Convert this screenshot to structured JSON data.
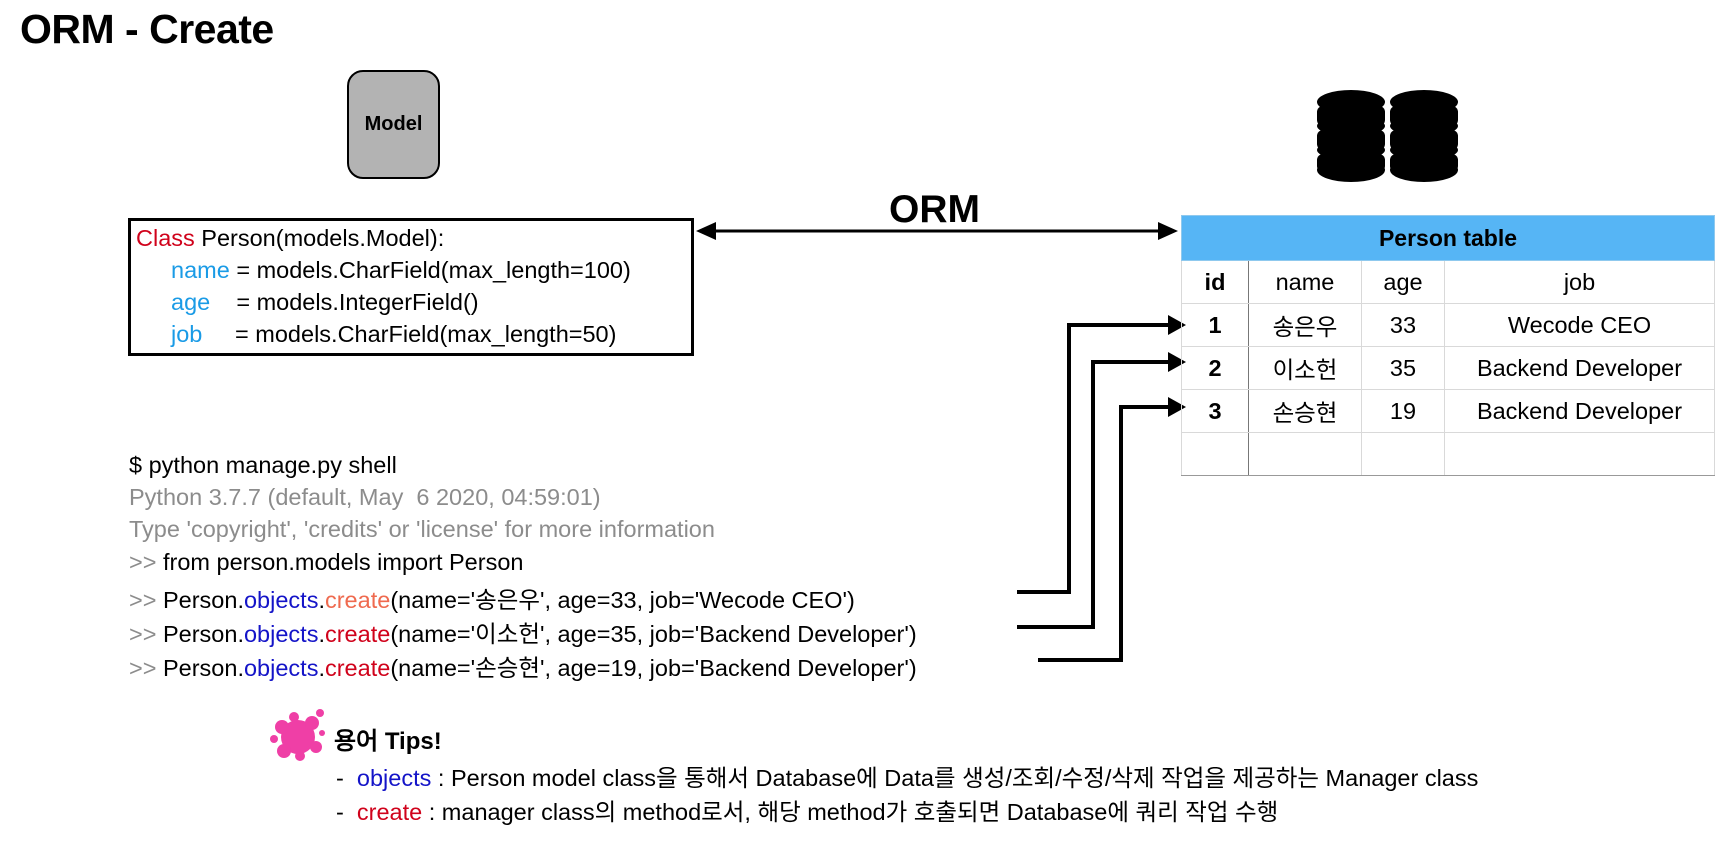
{
  "title": "ORM - Create",
  "model_box": {
    "label": "Model"
  },
  "class_def": {
    "line1_kw": "Class",
    "line1_rest": " Person(models.Model):",
    "fields": [
      {
        "name": "name",
        "pad": " ",
        "def": "= models.CharField(max_length=100)"
      },
      {
        "name": "age",
        "pad": "    ",
        "def": "= models.IntegerField()"
      },
      {
        "name": "job",
        "pad": "     ",
        "def": "= models.CharField(max_length=50)"
      }
    ]
  },
  "orm_label": "ORM",
  "icons": {
    "database": "database-icon",
    "tips": "splash-icon"
  },
  "colors": {
    "keyword": "#d0021b",
    "field": "#1a9be6",
    "objects": "#1414c8",
    "create": "#d0021b",
    "table_header": "#56b5f5",
    "tips_icon": "#ef3fa6"
  },
  "table": {
    "title": "Person table",
    "columns": [
      "id",
      "name",
      "age",
      "job"
    ],
    "rows": [
      [
        "1",
        "송은우",
        "33",
        "Wecode CEO"
      ],
      [
        "2",
        "이소헌",
        "35",
        "Backend Developer"
      ],
      [
        "3",
        "손승현",
        "19",
        "Backend Developer"
      ]
    ]
  },
  "shell": {
    "cmd": "$ python manage.py shell",
    "info1": "Python 3.7.7 (default, May  6 2020, 04:59:01)",
    "info2": "Type 'copyright', 'credits' or 'license' for more information",
    "prompt": ">> ",
    "import_line": "from person.models import Person",
    "creates": [
      {
        "obj": "Person.",
        "objects": "objects",
        "dot": ".",
        "create": "create",
        "args": "(name='송은우', age=33, job='Wecode CEO')"
      },
      {
        "obj": "Person.",
        "objects": "objects",
        "dot": ".",
        "create": "create",
        "args": "(name='이소헌', age=35, job='Backend Developer')"
      },
      {
        "obj": "Person.",
        "objects": "objects",
        "dot": ".",
        "create": "create",
        "args": "(name='손승현', age=19, job='Backend Developer')"
      }
    ]
  },
  "tips": {
    "title": "용어 Tips!",
    "items": [
      {
        "dash": "-  ",
        "term": "objects",
        "desc": " : Person model class을 통해서 Database에 Data를 생성/조회/수정/삭제 작업을 제공하는 Manager class"
      },
      {
        "dash": "-  ",
        "term": "create",
        "desc": " : manager class의 method로서, 해당 method가 호출되면 Database에 쿼리 작업 수행"
      }
    ]
  }
}
